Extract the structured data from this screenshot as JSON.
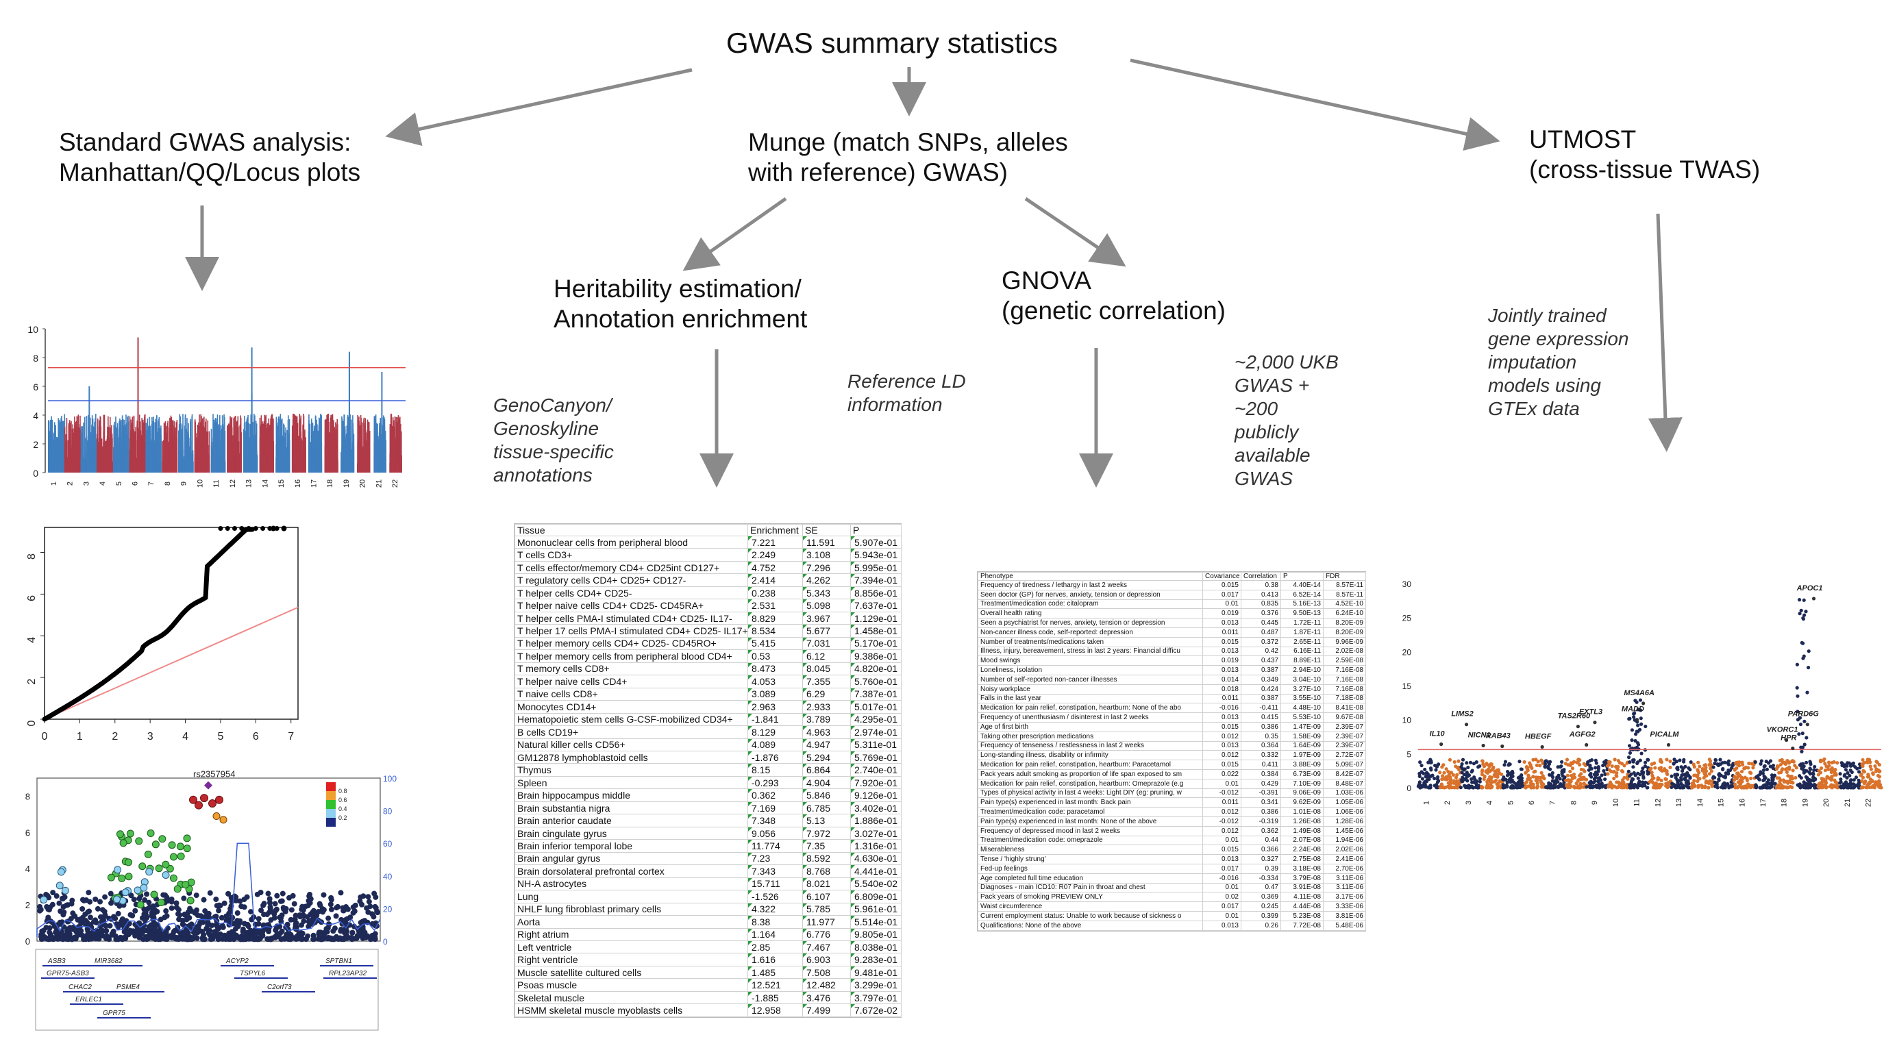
{
  "nodes": {
    "root": "GWAS summary statistics",
    "standard": [
      "Standard GWAS analysis:",
      "Manhattan/QQ/Locus plots"
    ],
    "munge": [
      "Munge (match SNPs, alleles",
      "with reference) GWAS)"
    ],
    "utmost": [
      "UTMOST",
      "(cross-tissue TWAS)"
    ],
    "heritability": [
      "Heritability estimation/",
      "Annotation enrichment"
    ],
    "gnova": [
      "GNOVA",
      "(genetic correlation)"
    ]
  },
  "notes": {
    "genocanyon": [
      "GenoCanyon/",
      "Genoskyline",
      "tissue-specific",
      "annotations"
    ],
    "reference_ld": [
      "Reference LD",
      "information"
    ],
    "ukb": [
      "~2,000 UKB",
      "GWAS +",
      "~200",
      "publicly",
      "available",
      "GWAS"
    ],
    "jointly": [
      "Jointly trained",
      "gene expression",
      "imputation",
      "models using",
      "GTEx data"
    ]
  },
  "colors": {
    "arrow": "#8a8a8a",
    "red": "#b03a48",
    "blue": "#3f7fbf",
    "orange": "#d9722b",
    "navy": "#1e2a55",
    "green": "#2a9d3a"
  },
  "manhattan": {
    "y_ticks": [
      "0",
      "2",
      "4",
      "6",
      "8",
      "10"
    ],
    "x_ticks": [
      "1",
      "2",
      "3",
      "4",
      "5",
      "6",
      "7",
      "8",
      "9",
      "10",
      "11",
      "12",
      "13",
      "14",
      "15",
      "16",
      "17",
      "18",
      "19",
      "20",
      "21",
      "22"
    ]
  },
  "qq": {
    "x_ticks": [
      "0",
      "1",
      "2",
      "3",
      "4",
      "5",
      "6",
      "7"
    ],
    "y_ticks": [
      "0",
      "2",
      "4",
      "6",
      "8"
    ]
  },
  "locus": {
    "snp": "rs2357954",
    "y_ticks": [
      "0",
      "2",
      "4",
      "6",
      "8"
    ],
    "y2_ticks": [
      "0",
      "20",
      "40",
      "60",
      "80",
      "100"
    ],
    "legend": [
      "0.8",
      "0.6",
      "0.4",
      "0.2"
    ],
    "genes": [
      "ASB3",
      "MIR3682",
      "GPR75-ASB3",
      "CHAC2",
      "PSME4",
      "ERLEC1",
      "GPR75",
      "ACYP2",
      "TSPYL6",
      "C2orf73",
      "SPTBN1",
      "RPL23AP32"
    ]
  },
  "enrichment_table": {
    "headers": [
      "Tissue",
      "Enrichment",
      "SE",
      "P"
    ],
    "rows": [
      [
        "Mononuclear cells from peripheral blood",
        "7.221",
        "11.591",
        "5.907e-01"
      ],
      [
        "T cells CD3+",
        "2.249",
        "3.108",
        "5.943e-01"
      ],
      [
        "T cells effector/memory CD4+ CD25int CD127+",
        "4.752",
        "7.296",
        "5.995e-01"
      ],
      [
        "T regulatory cells CD4+ CD25+ CD127-",
        "2.414",
        "4.262",
        "7.394e-01"
      ],
      [
        "T helper cells CD4+ CD25-",
        "0.238",
        "5.343",
        "8.856e-01"
      ],
      [
        "T helper naive cells CD4+ CD25- CD45RA+",
        "2.531",
        "5.098",
        "7.637e-01"
      ],
      [
        "T helper cells PMA-I stimulated CD4+ CD25- IL17-",
        "8.829",
        "3.967",
        "1.129e-01"
      ],
      [
        "T helper 17 cells PMA-I stimulated CD4+ CD25- IL17+",
        "8.534",
        "5.677",
        "1.458e-01"
      ],
      [
        "T helper memory cells CD4+ CD25- CD45RO+",
        "5.415",
        "7.031",
        "5.170e-01"
      ],
      [
        "T helper memory cells from peripheral blood CD4+",
        "0.53",
        "6.12",
        "9.386e-01"
      ],
      [
        "T memory cells CD8+",
        "8.473",
        "8.045",
        "4.820e-01"
      ],
      [
        "T helper naive cells CD4+",
        "4.053",
        "7.355",
        "5.760e-01"
      ],
      [
        "T naive cells CD8+",
        "3.089",
        "6.29",
        "7.387e-01"
      ],
      [
        "Monocytes CD14+",
        "2.963",
        "2.933",
        "5.017e-01"
      ],
      [
        "Hematopoietic stem cells G-CSF-mobilized CD34+",
        "-1.841",
        "3.789",
        "4.295e-01"
      ],
      [
        "B cells CD19+",
        "8.129",
        "4.963",
        "2.974e-01"
      ],
      [
        "Natural killer cells CD56+",
        "4.089",
        "4.947",
        "5.311e-01"
      ],
      [
        "GM12878 lymphoblastoid cells",
        "-1.876",
        "5.294",
        "5.769e-01"
      ],
      [
        "Thymus",
        "8.15",
        "6.864",
        "2.740e-01"
      ],
      [
        "Spleen",
        "-0.293",
        "4.904",
        "7.920e-01"
      ],
      [
        "Brain hippocampus middle",
        "0.362",
        "5.846",
        "9.126e-01"
      ],
      [
        "Brain substantia nigra",
        "7.169",
        "6.785",
        "3.402e-01"
      ],
      [
        "Brain anterior caudate",
        "7.348",
        "5.13",
        "1.886e-01"
      ],
      [
        "Brain cingulate gyrus",
        "9.056",
        "7.972",
        "3.027e-01"
      ],
      [
        "Brain inferior temporal lobe",
        "11.774",
        "7.35",
        "1.316e-01"
      ],
      [
        "Brain angular gyrus",
        "7.23",
        "8.592",
        "4.630e-01"
      ],
      [
        "Brain dorsolateral prefrontal cortex",
        "7.343",
        "8.768",
        "4.441e-01"
      ],
      [
        "NH-A astrocytes",
        "15.711",
        "8.021",
        "5.540e-02"
      ],
      [
        "Lung",
        "-1.526",
        "6.107",
        "6.809e-01"
      ],
      [
        "NHLF lung fibroblast primary cells",
        "4.322",
        "5.785",
        "5.961e-01"
      ],
      [
        "Aorta",
        "8.38",
        "11.977",
        "5.514e-01"
      ],
      [
        "Right atrium",
        "1.164",
        "6.776",
        "9.805e-01"
      ],
      [
        "Left ventricle",
        "2.85",
        "7.467",
        "8.038e-01"
      ],
      [
        "Right ventricle",
        "1.616",
        "6.903",
        "9.283e-01"
      ],
      [
        "Muscle satellite cultured cells",
        "1.485",
        "7.508",
        "9.481e-01"
      ],
      [
        "Psoas muscle",
        "12.521",
        "12.482",
        "3.299e-01"
      ],
      [
        "Skeletal muscle",
        "-1.885",
        "3.476",
        "3.797e-01"
      ],
      [
        "HSMM skeletal muscle myoblasts cells",
        "12.958",
        "7.499",
        "7.672e-02"
      ]
    ]
  },
  "correlation_table": {
    "headers": [
      "Phenotype",
      "Covariance",
      "Correlation",
      "P",
      "FDR"
    ],
    "rows": [
      [
        "Frequency of tiredness / lethargy in last 2 weeks",
        "0.015",
        "0.38",
        "4.40E-14",
        "8.57E-11"
      ],
      [
        "Seen doctor (GP) for nerves, anxiety, tension or depression",
        "0.017",
        "0.413",
        "6.52E-14",
        "8.57E-11"
      ],
      [
        "Treatment/medication code: citalopram",
        "0.01",
        "0.835",
        "5.16E-13",
        "4.52E-10"
      ],
      [
        "Overall health rating",
        "0.019",
        "0.376",
        "9.50E-13",
        "6.24E-10"
      ],
      [
        "Seen a psychiatrist for nerves, anxiety, tension or depression",
        "0.013",
        "0.445",
        "1.72E-11",
        "8.20E-09"
      ],
      [
        "Non-cancer illness code, self-reported: depression",
        "0.011",
        "0.487",
        "1.87E-11",
        "8.20E-09"
      ],
      [
        "Number of treatments/medications taken",
        "0.015",
        "0.372",
        "2.65E-11",
        "9.96E-09"
      ],
      [
        "Illness, injury, bereavement, stress in last 2 years: Financial difficu",
        "0.013",
        "0.42",
        "6.16E-11",
        "2.02E-08"
      ],
      [
        "Mood swings",
        "0.019",
        "0.437",
        "8.89E-11",
        "2.59E-08"
      ],
      [
        "Loneliness, isolation",
        "0.013",
        "0.387",
        "2.94E-10",
        "7.16E-08"
      ],
      [
        "Number of self-reported non-cancer illnesses",
        "0.014",
        "0.349",
        "3.04E-10",
        "7.16E-08"
      ],
      [
        "Noisy workplace",
        "0.018",
        "0.424",
        "3.27E-10",
        "7.16E-08"
      ],
      [
        "Falls in the last year",
        "0.011",
        "0.387",
        "3.55E-10",
        "7.18E-08"
      ],
      [
        "Medication for pain relief, constipation, heartburn: None of the abo",
        "-0.016",
        "-0.411",
        "4.48E-10",
        "8.41E-08"
      ],
      [
        "Frequency of unenthusiasm / disinterest in last 2 weeks",
        "0.013",
        "0.415",
        "5.53E-10",
        "9.67E-08"
      ],
      [
        "Age of first birth",
        "0.015",
        "0.386",
        "1.47E-09",
        "2.39E-07"
      ],
      [
        "Taking other prescription medications",
        "0.012",
        "0.35",
        "1.58E-09",
        "2.39E-07"
      ],
      [
        "Frequency of tenseness / restlessness in last 2 weeks",
        "0.013",
        "0.364",
        "1.64E-09",
        "2.39E-07"
      ],
      [
        "Long-standing illness, disability or infirmity",
        "0.012",
        "0.332",
        "1.97E-09",
        "2.72E-07"
      ],
      [
        "Medication for pain relief, constipation, heartburn: Paracetamol",
        "0.015",
        "0.411",
        "3.88E-09",
        "5.09E-07"
      ],
      [
        "Pack years adult smoking as proportion of life span exposed to sm",
        "0.022",
        "0.384",
        "6.73E-09",
        "8.42E-07"
      ],
      [
        "Medication for pain relief, constipation, heartburn: Omeprazole (e.g",
        "0.01",
        "0.429",
        "7.10E-09",
        "8.48E-07"
      ],
      [
        "Types of physical activity in last 4 weeks: Light DIY (eg: pruning, w",
        "-0.012",
        "-0.391",
        "9.06E-09",
        "1.03E-06"
      ],
      [
        "Pain type(s) experienced in last month: Back pain",
        "0.011",
        "0.341",
        "9.62E-09",
        "1.05E-06"
      ],
      [
        "Treatment/medication code: paracetamol",
        "0.012",
        "0.386",
        "1.01E-08",
        "1.06E-06"
      ],
      [
        "Pain type(s) experienced in last month: None of the above",
        "-0.012",
        "-0.319",
        "1.26E-08",
        "1.28E-06"
      ],
      [
        "Frequency of depressed mood in last 2 weeks",
        "0.012",
        "0.362",
        "1.49E-08",
        "1.45E-06"
      ],
      [
        "Treatment/medication code: omeprazole",
        "0.01",
        "0.44",
        "2.07E-08",
        "1.94E-06"
      ],
      [
        "Miserableness",
        "0.015",
        "0.366",
        "2.24E-08",
        "2.02E-06"
      ],
      [
        "Tense / 'highly strung'",
        "0.013",
        "0.327",
        "2.75E-08",
        "2.41E-06"
      ],
      [
        "Fed-up feelings",
        "0.017",
        "0.39",
        "3.18E-08",
        "2.70E-06"
      ],
      [
        "Age completed full time education",
        "-0.016",
        "-0.334",
        "3.79E-08",
        "3.11E-06"
      ],
      [
        "Diagnoses - main ICD10: R07 Pain in throat and chest",
        "0.01",
        "0.47",
        "3.91E-08",
        "3.11E-06"
      ],
      [
        "Pack years of smoking PREVIEW ONLY",
        "0.02",
        "0.369",
        "4.11E-08",
        "3.17E-06"
      ],
      [
        "Waist circumference",
        "0.017",
        "0.245",
        "4.44E-08",
        "3.33E-06"
      ],
      [
        "Current employment status: Unable to work because of sickness o",
        "0.01",
        "0.399",
        "5.23E-08",
        "3.81E-06"
      ],
      [
        "Qualifications: None of the above",
        "0.013",
        "0.26",
        "7.72E-08",
        "5.48E-06"
      ]
    ]
  },
  "twas": {
    "y_ticks": [
      "0",
      "5",
      "10",
      "15",
      "20",
      "25",
      "30"
    ],
    "x_ticks": [
      "1",
      "2",
      "3",
      "4",
      "5",
      "6",
      "7",
      "8",
      "9",
      "10",
      "11",
      "12",
      "13",
      "14",
      "15",
      "16",
      "17",
      "18",
      "19",
      "20",
      "21",
      "22"
    ],
    "genes": [
      "APOC1",
      "LIMS2",
      "IL10",
      "NICN1",
      "RAB43",
      "HBEGF",
      "TAS2R60",
      "EXTL3",
      "AGFG2",
      "MS4A6A",
      "MADD",
      "PICALM",
      "PARD6G",
      "VKORC1",
      "HPR"
    ]
  }
}
